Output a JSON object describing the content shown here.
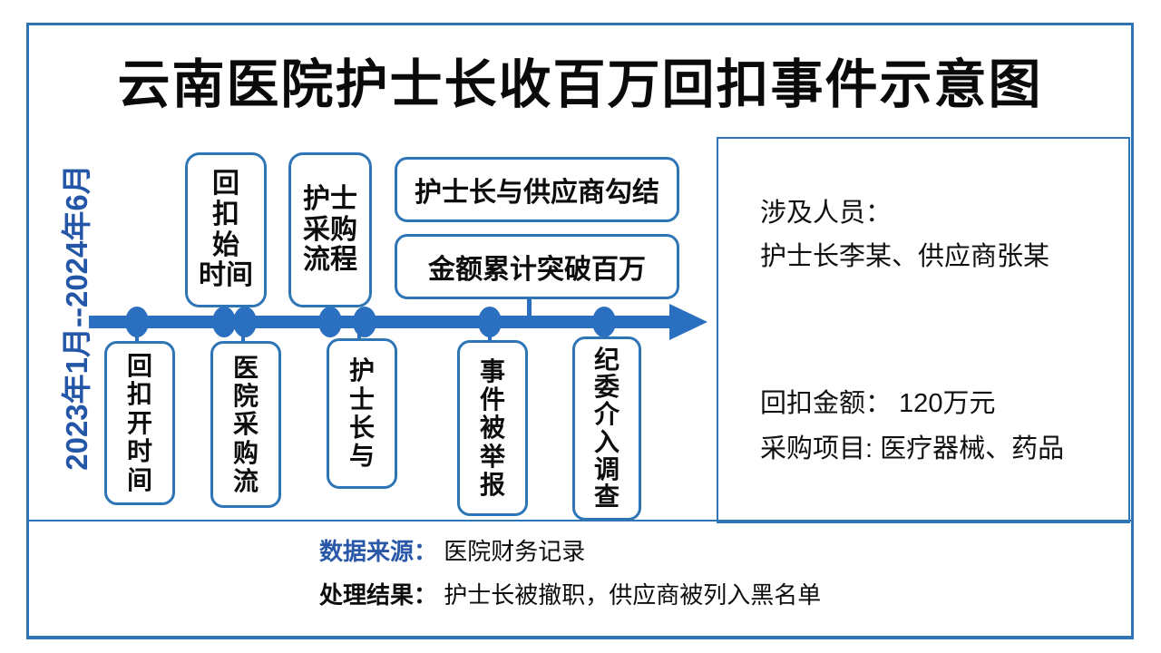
{
  "title": "云南医院护士长收百万回扣事件示意图",
  "timeline": {
    "range_label": "2023年1月--2024年6月",
    "top_boxes": [
      {
        "label": "回\n扣\n始\n时间"
      },
      {
        "label": "护士\n采购\n流程"
      },
      {
        "label": "护士长与供应商勾结"
      },
      {
        "label": "金额累计突破百万"
      }
    ],
    "bottom_boxes": [
      {
        "label": "回\n扣\n开\n时\n间"
      },
      {
        "label": "医\n院\n采\n购\n流"
      },
      {
        "label": "护\n士\n长\n与"
      },
      {
        "label": "事\n件\n被\n举\n报"
      },
      {
        "label": "纪\n委\n介\n入\n调\n查"
      }
    ]
  },
  "info_panel": {
    "involved_label": "涉及人员：",
    "involved_value": "护士长李某、供应商张某",
    "amount_line": "回扣金额： 120万元",
    "items_line": "采购项目: 医疗器械、药品"
  },
  "footer": {
    "source_label": "数据来源：",
    "source_value": "医院财务记录",
    "result_label": "处理结果：",
    "result_value": "护士长被撤职，供应商被列入黑名单"
  },
  "colors": {
    "frame_blue": "#2e75b6",
    "timeline_blue": "#2b6fc0",
    "label_blue": "#2456a8",
    "source_label_blue": "#2a58a8",
    "text_black": "#0d0d0d"
  }
}
